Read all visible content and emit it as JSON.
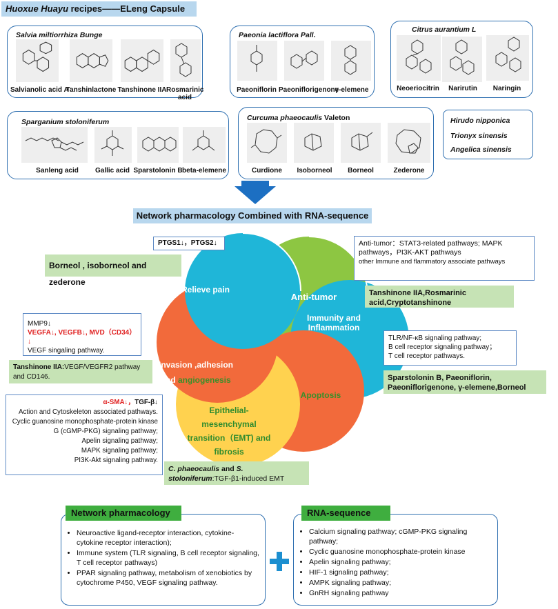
{
  "title": {
    "italic": "Huoxue Huayu",
    "rest": " recipes——ELeng Capsule"
  },
  "plants": {
    "salvia": {
      "name": "Salvia miltiorrhiza Bunge",
      "compounds": [
        "Salvianolic acid A",
        "Tanshinlactone",
        "Tanshinone IIA",
        "Rosmarinic acid"
      ]
    },
    "paeonia": {
      "name_italic": "Paeonia lactiflora Pall",
      "name_rest": ".",
      "compounds": [
        "Paeoniflorin",
        "Paeoniflorigenone",
        "γ-elemene"
      ]
    },
    "citrus": {
      "name": "Citrus aurantium L",
      "compounds": [
        "Neoeriocitrin",
        "Narirutin",
        "Naringin"
      ]
    },
    "sparganium": {
      "name": "Sparganium stoloniferum",
      "compounds": [
        "Sanleng acid",
        "Gallic acid",
        "Sparstolonin B",
        "beta-elemene"
      ]
    },
    "curcuma": {
      "name_italic": "Curcuma phaeocaulis",
      "name_rest": " Valeton",
      "compounds": [
        "Curdione",
        "Isoborneol",
        "Borneol",
        "Zederone"
      ]
    },
    "others": [
      "Hirudo nipponica",
      "Trionyx sinensis",
      "Angelica sinensis"
    ]
  },
  "banner": "Network pharmacology Combined with RNA-sequence",
  "petals": {
    "relieve_pain": "Relieve pain",
    "anti_tumor": "Anti-tumor",
    "immunity": "Immunity and Inflammation",
    "invasion_1": "Invasion ,adhesion",
    "invasion_2": "and ",
    "invasion_3": "angiogenesis",
    "apoptosis": "Apoptosis",
    "emt": "Epithelial-mesenchymal transition（EMT) and fibrosis"
  },
  "notes": {
    "ptgs": "PTGS1↓，PTGS2↓",
    "borneol": "Borneol , isoborneol and zederone",
    "antitumor_1": "Anti-tumor：STAT3-related pathways; MAPK pathways，PI3K-AKT pathways",
    "antitumor_2": "other Immune and flammatory associate pathways",
    "tanshinone_group": "Tanshinone IIA,Rosmarinic acid,Cryptotanshinone",
    "mmp9": "MMP9↓",
    "vegf_red": "VEGFA↓, VEGFB↓, MVD（CD34）↓",
    "vegf_path": "VEGF singaling pathway.",
    "tanshinone_iia_bold": "Tanshinone IIA:",
    "tanshinone_iia_rest": "VEGF/VEGFR2 pathway and CD146.",
    "tlr_1": "TLR/NF-κB signaling pathway;",
    "tlr_2": "B cell receptor signaling pathway；",
    "tlr_3": "T cell receptor pathways.",
    "sparstolonin": "Sparstolonin B, Paeoniflorin, Paeoniflorigenone, γ-elemene,Borneol",
    "emt_red": "α-SMA↓，",
    "emt_black": "TGF-β↓",
    "emt_lines": [
      "Action and Cytoskeleton associated pathways.",
      "Cyclic guanosine monophosphate-protein kinase",
      "G (cGMP-PKG) signaling pathway;",
      "Apelin signaling pathway;",
      "MAPK signaling pathway;",
      "PI3K-Akt signaling pathway."
    ],
    "cphaeo_bold": "C. phaeocaulis",
    "cphaeo_and": " and ",
    "cphaeo_bold2": "S. stoloniferum",
    "cphaeo_rest": ":TGF-β1-induced EMT"
  },
  "bottom": {
    "np_header": "Network pharmacology",
    "np_items": [
      "Neuroactive ligand-receptor interaction, cytokine-cytokine receptor interaction);",
      "Immune system (TLR signaling, B cell receptor signaling, T cell receptor pathways)",
      "PPAR signaling pathway, metabolism of xenobiotics by cytochrome P450, VEGF signaling pathway."
    ],
    "plus": "+",
    "rna_header": "RNA-sequence",
    "rna_items": [
      "Calcium signaling pathway; cGMP-PKG signaling pathway;",
      "Cyclic guanosine monophosphate-protein kinase",
      "Apelin signaling pathway;",
      "HIF-1 signaling pathway;",
      "AMPK signaling pathway;",
      "GnRH signaling pathway"
    ]
  },
  "colors": {
    "blue_petal": "#1fb6d8",
    "green_petal": "#8dc642",
    "orange_petal": "#f26a3b",
    "yellow_petal": "#ffd24f",
    "accent_blue": "#2e6fb0"
  }
}
